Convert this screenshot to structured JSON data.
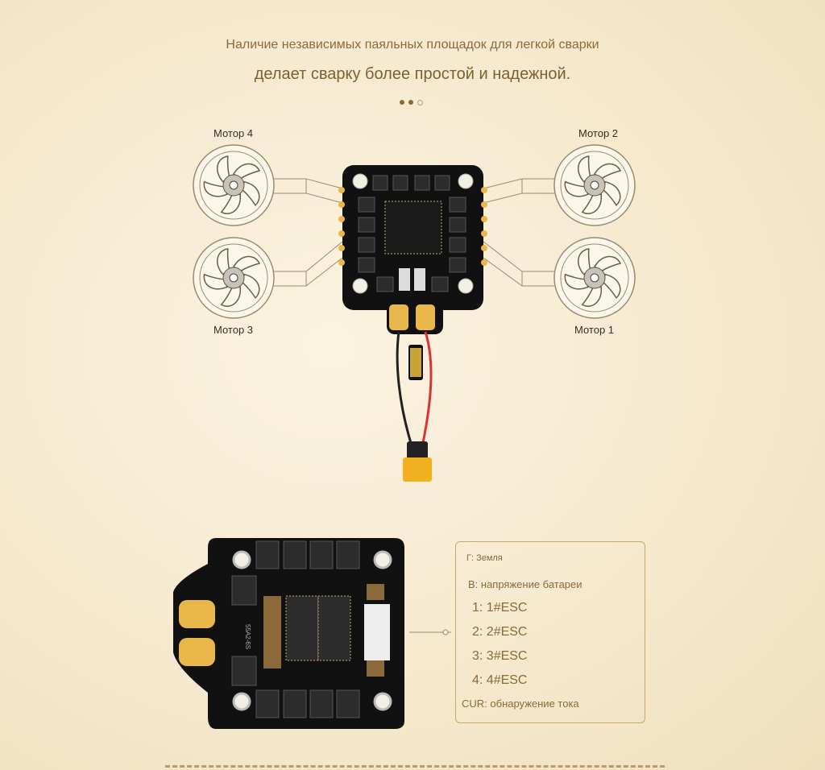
{
  "header": {
    "line1": "Наличие независимых паяльных площадок для легкой сварки",
    "line2": "делает сварку более простой и надежной."
  },
  "carousel": {
    "total": 3,
    "active": [
      1,
      2
    ]
  },
  "motors": {
    "m4": "Мотор 4",
    "m2": "Мотор 2",
    "m3": "Мотор 3",
    "m1": "Мотор 1"
  },
  "board_marking": "55A2-6S",
  "pinout": {
    "gnd": "Г: Земля",
    "bat": "В: напряжение батареи",
    "items": [
      "1:  1#ESC",
      "2:  2#ESC",
      "3:  3#ESC",
      "4:  4#ESC"
    ],
    "cur": "CUR: обнаружение тока"
  },
  "colors": {
    "accent": "#8a6a3a",
    "pcb": "#111111",
    "gold": "#e8b84a"
  }
}
